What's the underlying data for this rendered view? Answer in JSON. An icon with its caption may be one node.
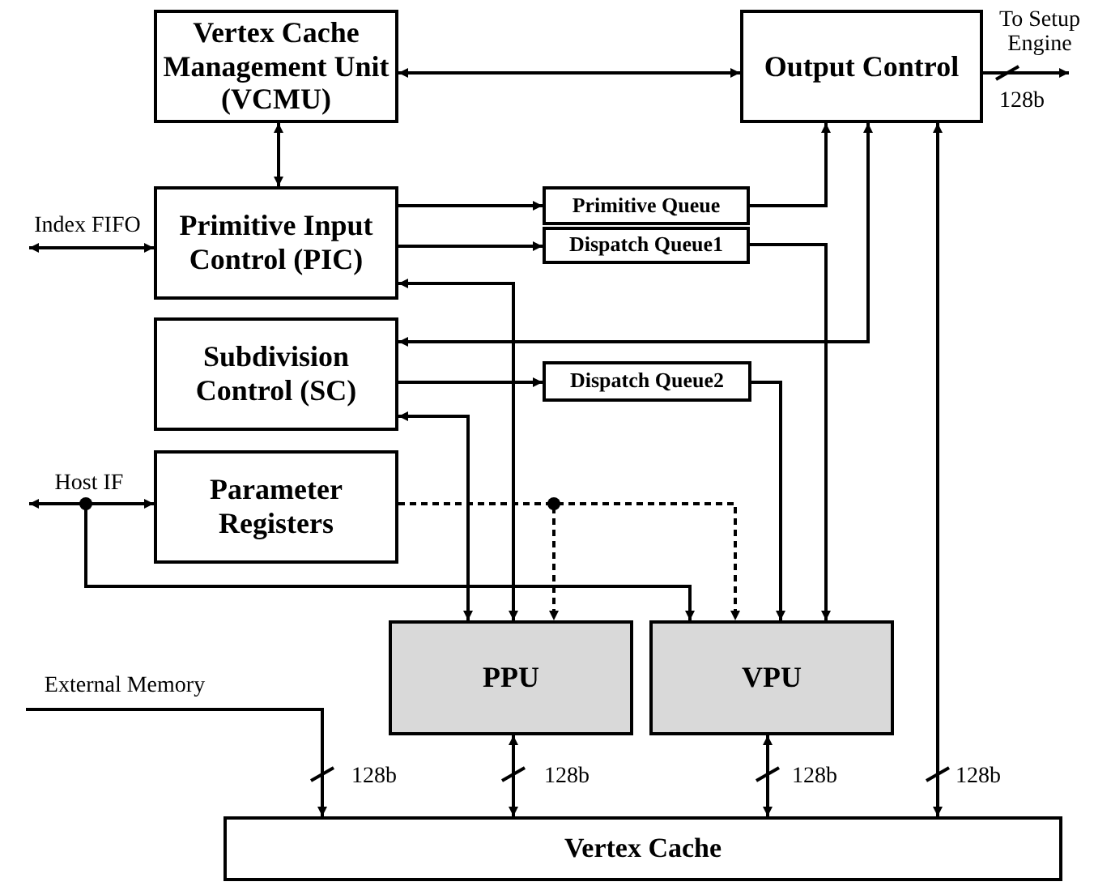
{
  "diagram": {
    "nodes": [
      {
        "text": [
          "Vertex Cache Management Unit (VCMU)"
        ]
      },
      {
        "text": [
          "Output Control"
        ]
      },
      {
        "text": [
          "Primitive Input Control (PIC)"
        ]
      },
      {
        "text": [
          "Primitive Queue"
        ]
      },
      {
        "text": [
          "Dispatch Queue1"
        ]
      },
      {
        "text": [
          "Subdivision Control (SC)"
        ]
      },
      {
        "text": [
          "Dispatch Queue2"
        ]
      },
      {
        "text": [
          "Parameter Registers"
        ]
      },
      {
        "text": [
          "PPU"
        ]
      },
      {
        "text": [
          "VPU"
        ]
      },
      {
        "text": [
          "Vertex Cache"
        ]
      }
    ],
    "edges": [
      {
        "from": 0,
        "to": 1,
        "arrow": "both"
      },
      {
        "from": 0,
        "to": 2,
        "arrow": "both"
      },
      {
        "from": 2,
        "to": 3,
        "arrow": "to"
      },
      {
        "from": 2,
        "to": 4,
        "arrow": "to"
      },
      {
        "from": 3,
        "to": 1,
        "arrow": "to"
      },
      {
        "from": 4,
        "to": 9,
        "arrow": "to"
      },
      {
        "from": 1,
        "to": 5,
        "arrow": "both"
      },
      {
        "from": 8,
        "to": 2,
        "arrow": "both"
      },
      {
        "from": 5,
        "to": 8,
        "arrow": "both"
      },
      {
        "from": 5,
        "to": 6,
        "arrow": "to"
      },
      {
        "from": 6,
        "to": 9,
        "arrow": "to"
      },
      {
        "from": 7,
        "to": 8,
        "arrow": "to",
        "style": "dashed"
      },
      {
        "from": 7,
        "to": 9,
        "arrow": "to",
        "style": "dashed"
      },
      {
        "from": null,
        "to": 7,
        "arrow": "both",
        "label": "Host IF"
      },
      {
        "from": null,
        "to": 9,
        "arrow": "to"
      },
      {
        "from": null,
        "to": 2,
        "arrow": "both",
        "label": "Index FIFO"
      },
      {
        "from": 1,
        "to": null,
        "arrow": "to",
        "label": "To Setup Engine"
      },
      {
        "from": null,
        "to": 10,
        "arrow": "to",
        "label": "External Memory"
      },
      {
        "from": 8,
        "to": 10,
        "arrow": "both"
      },
      {
        "from": 9,
        "to": 10,
        "arrow": "both"
      },
      {
        "from": 1,
        "to": 10,
        "arrow": "both"
      }
    ],
    "labels": [
      "128b",
      "128b",
      "128b",
      "128b",
      "128b"
    ]
  }
}
